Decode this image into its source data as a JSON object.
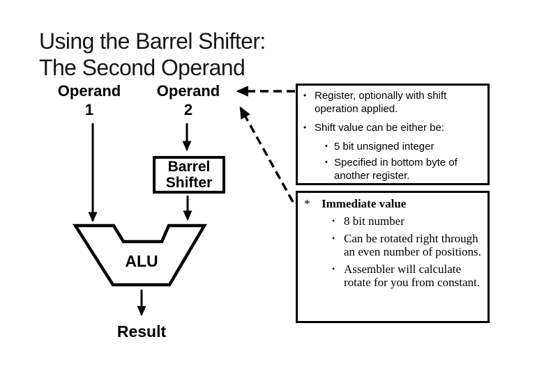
{
  "colors": {
    "ink": "#000000",
    "background": "#ffffff"
  },
  "title": {
    "text": "Using the Barrel Shifter:\nThe Second Operand"
  },
  "diagram": {
    "operand1": {
      "label": "Operand",
      "number": "1"
    },
    "operand2": {
      "label": "Operand",
      "number": "2"
    },
    "barrel_shifter_label": "Barrel\nShifter",
    "alu_label": "ALU",
    "result_label": "Result"
  },
  "register_box": {
    "bullet_glyph": "•",
    "bullets": [
      {
        "text": "Register, optionally with shift\noperation applied.",
        "sub": false
      },
      {
        "text": "Shift value can be either be:",
        "sub": false
      },
      {
        "text": "5 bit unsigned integer",
        "sub": true
      },
      {
        "text": "Specified in bottom byte of\nanother register.",
        "sub": true
      }
    ]
  },
  "immediate_box": {
    "marker": "*",
    "heading": "Immediate value",
    "bullet_glyph": "•",
    "bullets": [
      "8 bit number",
      "Can be rotated right through\nan even number of positions.",
      "Assembler will calculate\nrotate for you from constant."
    ]
  }
}
